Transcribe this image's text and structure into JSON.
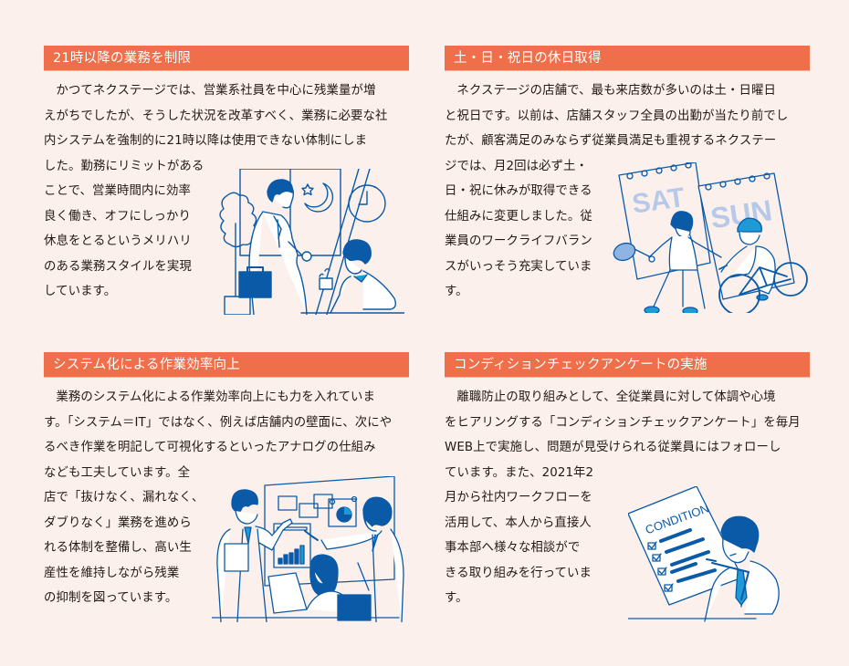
{
  "colors": {
    "background": "#fcf0ec",
    "header_bar": "#ef6f4a",
    "header_text": "#ffffff",
    "body_text": "#231815",
    "illustration_blue": "#0a5aa8",
    "illustration_light": "#b7c9e8",
    "illustration_cyan": "#1e9ad6"
  },
  "sections": [
    {
      "title": "21時以降の業務を制限",
      "lines_full": [
        "かつてネクステージでは、営業系社員を中心に残業量が増",
        "えがちでしたが、そうした状況を改革すべく、業務に必要な社",
        "内システムを強制的に21時以降は使用できない体制にしま"
      ],
      "lines_narrow": [
        "した。勤務にリミットがある",
        "ことで、営業時間内に効率",
        "良く働き、オフにしっかり",
        "休息をとるというメリハリ",
        "のある業務スタイルを実現",
        "しています。"
      ],
      "illustration": {
        "icons": [
          "walking-businessman-icon",
          "briefcase-icon",
          "plant-icon",
          "moon-icon",
          "star-icon",
          "clock-icon",
          "man-drinking-coffee-icon"
        ]
      }
    },
    {
      "title": "土・日・祝日の休日取得",
      "lines_full": [
        "ネクステージの店舗で、最も来店数が多いのは土・日曜日",
        "と祝日です。以前は、店舗スタッフ全員の出勤が当たり前でし",
        "たが、顧客満足のみならず従業員満足も重視するネクステー"
      ],
      "lines_narrow": [
        "ジでは、月2回は必ず土・",
        "日・祝に休みが取得できる",
        "仕組みに変更しました。従",
        "業員のワークライフバラン",
        "スがいっそう充実していま",
        "す。"
      ],
      "illustration": {
        "calendar_labels": [
          "SAT",
          "SUN"
        ],
        "icons": [
          "calendar-sat-icon",
          "calendar-sun-icon",
          "tennis-player-icon",
          "tennis-racket-icon",
          "cyclist-icon",
          "bicycle-icon"
        ]
      }
    },
    {
      "title": "システム化による作業効率向上",
      "lines_full": [
        "業務のシステム化による作業効率向上にも力を入れていま",
        "す。「システム＝IT」ではなく、例えば店舗内の壁面に、次にや",
        "るべき作業を明記して可視化するといったアナログの仕組み"
      ],
      "lines_narrow": [
        "なども工夫しています。全",
        "店で「抜けなく、漏れなく、",
        "ダブりなく」業務を進めら",
        "れる体制を整備し、高い生",
        "産性を維持しながら残業",
        "の抑制を図っています。"
      ],
      "illustration": {
        "icons": [
          "whiteboard-icon",
          "bar-chart-icon",
          "pie-chart-icon",
          "sticky-note-icon",
          "presenter-man-icon",
          "pointing-man-icon",
          "woman-at-laptop-icon"
        ]
      }
    },
    {
      "title": "コンディションチェックアンケートの実施",
      "lines_full": [
        "離職防止の取り組みとして、全従業員に対して体調や心境",
        "をヒアリングする「コンディションチェックアンケート」を毎月",
        "WEB上で実施し、問題が見受けられる従業員にはフォローし"
      ],
      "lines_narrow": [
        "ています。また、2021年2",
        "月から社内ワークフローを",
        "活用して、本人から直接人",
        "事本部へ様々な相談がで",
        "きる取り組みを行っていま",
        "す。"
      ],
      "illustration": {
        "document_label": "CONDITION",
        "checkbox_count": 4,
        "icons": [
          "condition-checklist-icon",
          "checkbox-checked-icon",
          "thinking-man-icon",
          "pen-icon"
        ]
      }
    }
  ]
}
